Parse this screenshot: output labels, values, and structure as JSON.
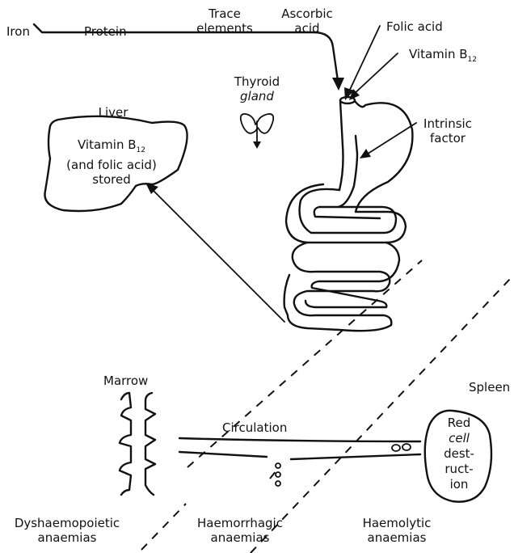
{
  "diet": {
    "iron": "Iron",
    "protein": "Protein",
    "trace_elements_1": "Trace",
    "trace_elements_2": "elements",
    "ascorbic_1": "Ascorbic",
    "ascorbic_2": "acid"
  },
  "stomach_inputs": {
    "folic_acid": "Folic acid",
    "vitamin_b12": "Vitamin B",
    "b12_sub": "12",
    "intrinsic_1": "Intrinsic",
    "intrinsic_2": "factor"
  },
  "thyroid": {
    "line1": "Thyroid",
    "line2": "gland"
  },
  "liver": {
    "title": "Liver",
    "line1": "Vitamin B",
    "line1_sub": "12",
    "line2": "(and folic acid)",
    "line3": "stored"
  },
  "marrow": {
    "label": "Marrow"
  },
  "circulation": {
    "label": "Circulation"
  },
  "spleen": {
    "title": "Spleen",
    "lines": [
      "Red",
      "cell",
      "dest-",
      "ruct-",
      "ion"
    ]
  },
  "anaemias": {
    "dys_1": "Dyshaemopoietic",
    "dys_2": "anaemias",
    "haemorrhagic_1": "Haemorrhagic",
    "haemorrhagic_2": "anaemias",
    "haemolytic_1": "Haemolytic",
    "haemolytic_2": "anaemias"
  }
}
